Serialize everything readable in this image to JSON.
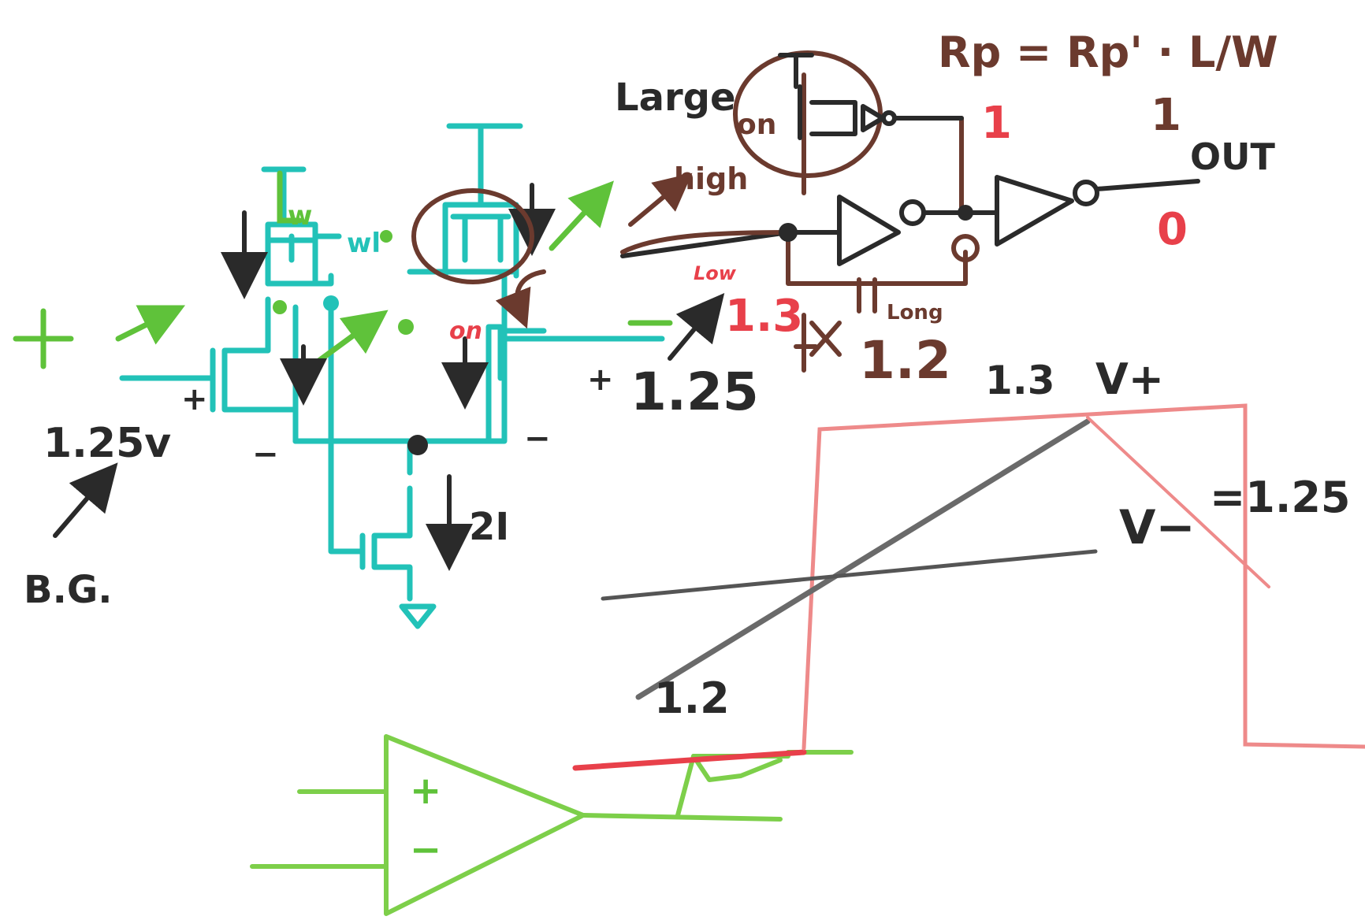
{
  "colors": {
    "teal": "#22c2b8",
    "green": "#5fc23a",
    "brown": "#6b3a2e",
    "red": "#e8404a",
    "pink": "#ee8a8a",
    "black": "#2a2a2a",
    "gray": "#6a6a6a"
  },
  "labels": {
    "plus_input": "+",
    "v_in": "1.25v",
    "bg": "B.G.",
    "tail_current": "2I",
    "w_label": "w",
    "wl_label": "wl",
    "on_label": "on",
    "neg_in": "−",
    "plus_right": "+",
    "minus_left": "−",
    "minus_right": "−",
    "v125": "1.25",
    "low": "Low",
    "v13_red": "1.3",
    "v12_brown": "1.2",
    "high": "high",
    "large": "Large",
    "on_brown": "on",
    "long": "Long",
    "rp_formula": "Rp = Rp' · L/W",
    "one_red": "1",
    "one_brown": "1",
    "zero_red": "0",
    "out": "OUT",
    "graph_v13": "1.3",
    "v_plus": "V+",
    "v_minus": "V−",
    "v_minus_val": "=1.25",
    "graph_v12": "1.2",
    "comp_plus": "+",
    "comp_minus": "−"
  }
}
